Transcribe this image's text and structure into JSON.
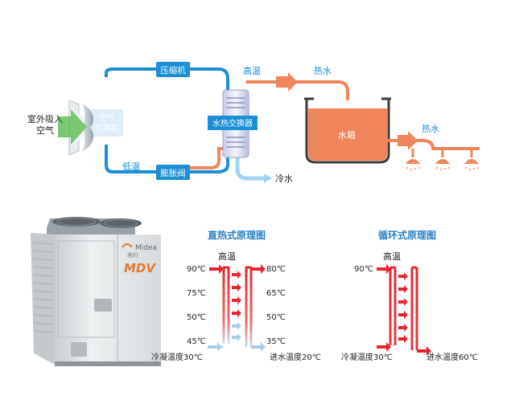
{
  "top_diagram": {
    "outdoor_air_label_line1": "室外吸入",
    "outdoor_air_label_line2": "空气",
    "air_exchanger_line1": "空气",
    "air_exchanger_line2": "交换机",
    "compressor_label": "压缩机",
    "expansion_valve_label": "膨胀阀",
    "low_temp_label": "低温",
    "high_temp_label": "高温",
    "heat_exchanger_label": "水热交换器",
    "hot_water_label_1": "热水",
    "water_tank_label": "水箱",
    "hot_water_label_2": "热水",
    "cold_water_label": "冷水",
    "colors": {
      "refrigerant_pipe": "#1a8fd6",
      "hot_pipe": "#f0845a",
      "tank": "#f0845a",
      "cold_pipe": "#9fd3f2"
    }
  },
  "product": {
    "brand_name": "Midea",
    "brand_cn": "美的",
    "model_logo": "MDV"
  },
  "direct_heating": {
    "title": "直热式原理图",
    "top_label": "高温",
    "left_temps": [
      "90℃",
      "75℃",
      "50℃",
      "45℃"
    ],
    "right_temps": [
      "80℃",
      "65℃",
      "50℃",
      "35℃"
    ],
    "bottom_left_label": "冷凝温度30℃",
    "bottom_right_label": "进水温度20℃"
  },
  "circulating_heating": {
    "title": "循环式原理图",
    "top_label": "高温",
    "left_temps": [
      "90℃"
    ],
    "bottom_left_label": "冷凝温度30℃",
    "bottom_right_label": "进水温度60℃"
  }
}
